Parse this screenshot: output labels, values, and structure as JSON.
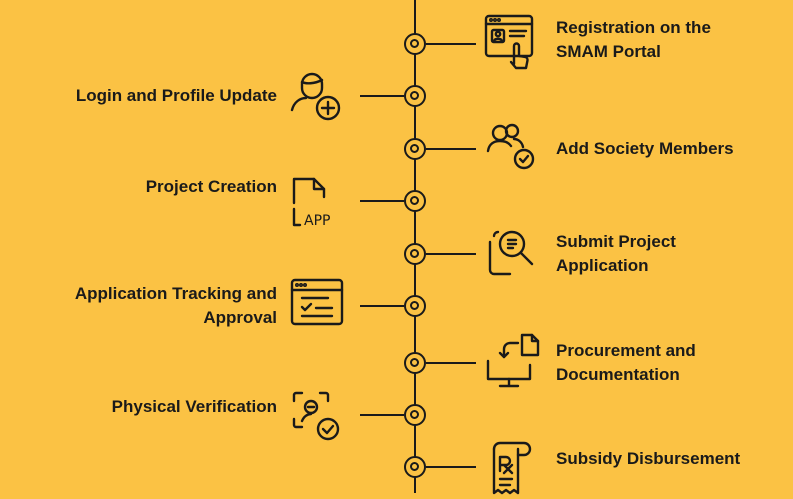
{
  "steps": [
    {
      "label": "Registration on the\nSMAM Portal",
      "side": "right",
      "icon": "web-form-touch-icon"
    },
    {
      "label": "Login and Profile Update",
      "side": "left",
      "icon": "user-add-icon"
    },
    {
      "label": "Add Society Members",
      "side": "right",
      "icon": "group-check-icon"
    },
    {
      "label": "Project Creation",
      "side": "left",
      "icon": "app-file-icon"
    },
    {
      "label": "Submit Project\nApplication",
      "side": "right",
      "icon": "document-search-icon"
    },
    {
      "label": "Application Tracking and\nApproval",
      "side": "left",
      "icon": "browser-checklist-icon"
    },
    {
      "label": "Procurement and\nDocumentation",
      "side": "right",
      "icon": "file-transfer-monitor-icon"
    },
    {
      "label": "Physical Verification",
      "side": "left",
      "icon": "face-scan-check-icon"
    },
    {
      "label": "Subsidy Disbursement",
      "side": "right",
      "icon": "prescription-scroll-icon"
    }
  ],
  "colors": {
    "background": "#FBC244",
    "ink": "#1a1a1a"
  }
}
